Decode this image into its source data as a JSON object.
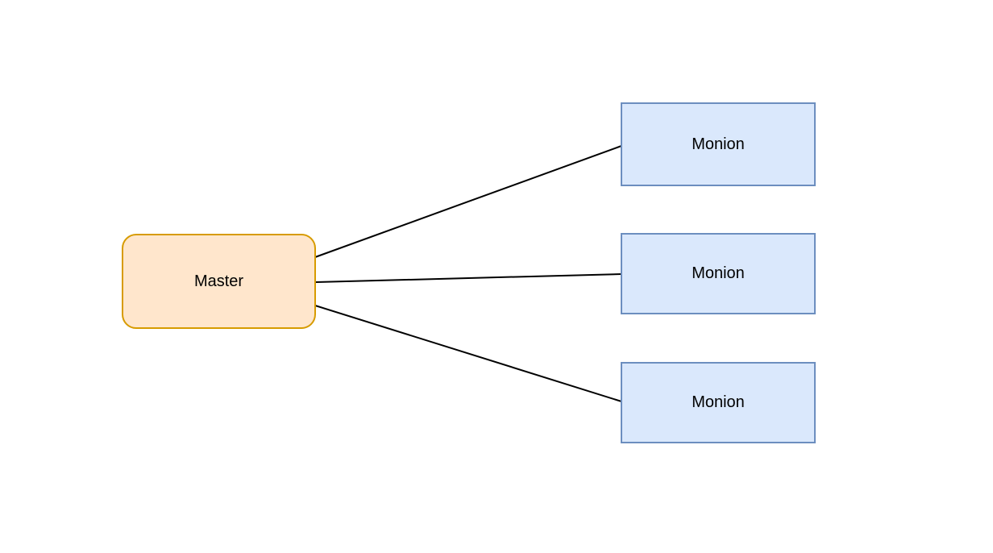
{
  "canvas": {
    "background": "#ffffff"
  },
  "nodes": [
    {
      "id": "master",
      "label": "Master",
      "shape": "rounded-rectangle",
      "fill": "#ffe6cc",
      "stroke": "#d79b00",
      "text_color": "#000000"
    },
    {
      "id": "monion-1",
      "label": "Monion",
      "shape": "rectangle",
      "fill": "#dae8fc",
      "stroke": "#6c8ebf",
      "text_color": "#000000"
    },
    {
      "id": "monion-2",
      "label": "Monion",
      "shape": "rectangle",
      "fill": "#dae8fc",
      "stroke": "#6c8ebf",
      "text_color": "#000000"
    },
    {
      "id": "monion-3",
      "label": "Monion",
      "shape": "rectangle",
      "fill": "#dae8fc",
      "stroke": "#6c8ebf",
      "text_color": "#000000"
    }
  ],
  "edges": [
    {
      "from": "master",
      "to": "monion-1",
      "color": "#000000"
    },
    {
      "from": "master",
      "to": "monion-2",
      "color": "#000000"
    },
    {
      "from": "master",
      "to": "monion-3",
      "color": "#000000"
    }
  ]
}
